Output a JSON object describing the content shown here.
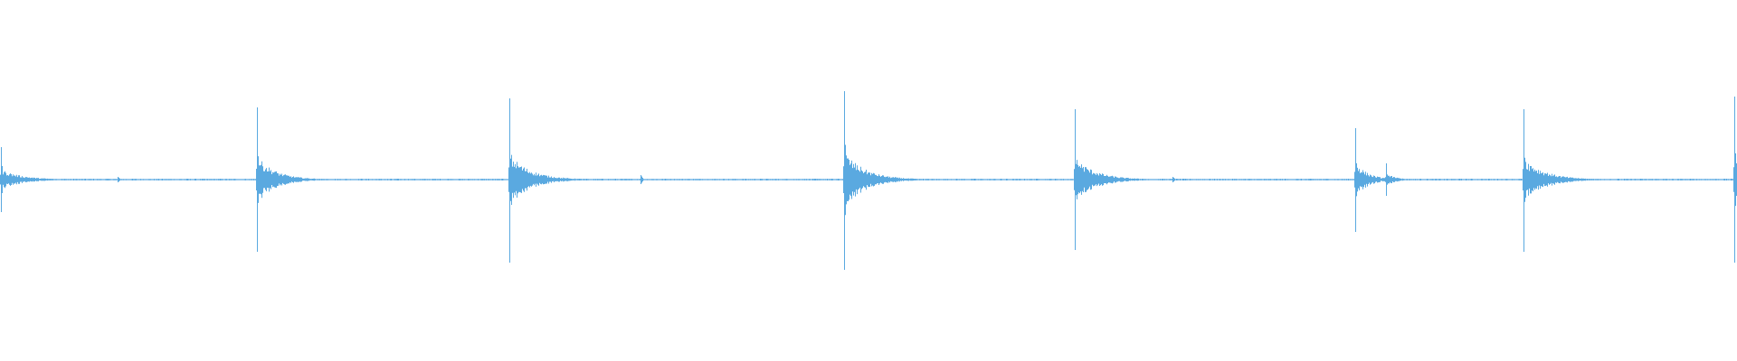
{
  "waveform": {
    "color": "#5aa9e0",
    "baseline_noise": 0.01,
    "transients": [
      {
        "t": 0.0005,
        "up": 0.36,
        "down": 0.36,
        "decay": 0.02
      },
      {
        "t": 0.148,
        "up": 0.8,
        "down": 0.8,
        "decay": 0.018
      },
      {
        "t": 0.2935,
        "up": 0.9,
        "down": 0.92,
        "decay": 0.02
      },
      {
        "t": 0.486,
        "up": 0.98,
        "down": 1.0,
        "decay": 0.02
      },
      {
        "t": 0.619,
        "up": 0.78,
        "down": 0.78,
        "decay": 0.02
      },
      {
        "t": 0.7805,
        "up": 0.57,
        "down": 0.58,
        "decay": 0.012
      },
      {
        "t": 0.7985,
        "up": 0.18,
        "down": 0.18,
        "decay": 0.01
      },
      {
        "t": 0.8775,
        "up": 0.78,
        "down": 0.8,
        "decay": 0.02
      },
      {
        "t": 0.999,
        "up": 0.92,
        "down": 0.92,
        "decay": 0.01
      }
    ],
    "small_ticks": [
      {
        "t": 0.0675,
        "amp": 0.03
      },
      {
        "t": 0.369,
        "amp": 0.05
      },
      {
        "t": 0.6755,
        "amp": 0.03
      }
    ]
  }
}
